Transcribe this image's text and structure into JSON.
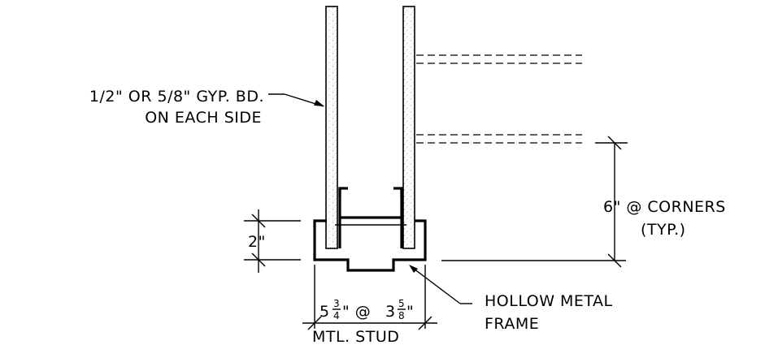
{
  "labels": {
    "gyp_line1": "1/2\" OR 5/8\" GYP. BD.",
    "gyp_line2": "ON EACH SIDE",
    "corner_line1": "6\" @ CORNERS",
    "corner_line2": "(TYP.)",
    "dim_2": "2\"",
    "frame_line1": "HOLLOW METAL",
    "frame_line2": "FRAME",
    "stud_whole1": "5",
    "stud_num1": "3",
    "stud_den1": "4",
    "stud_at": "\" @ ",
    "stud_whole2": "3",
    "stud_num2": "5",
    "stud_den2": "8",
    "stud_inch": "\"",
    "stud_line2": "MTL. STUD"
  }
}
